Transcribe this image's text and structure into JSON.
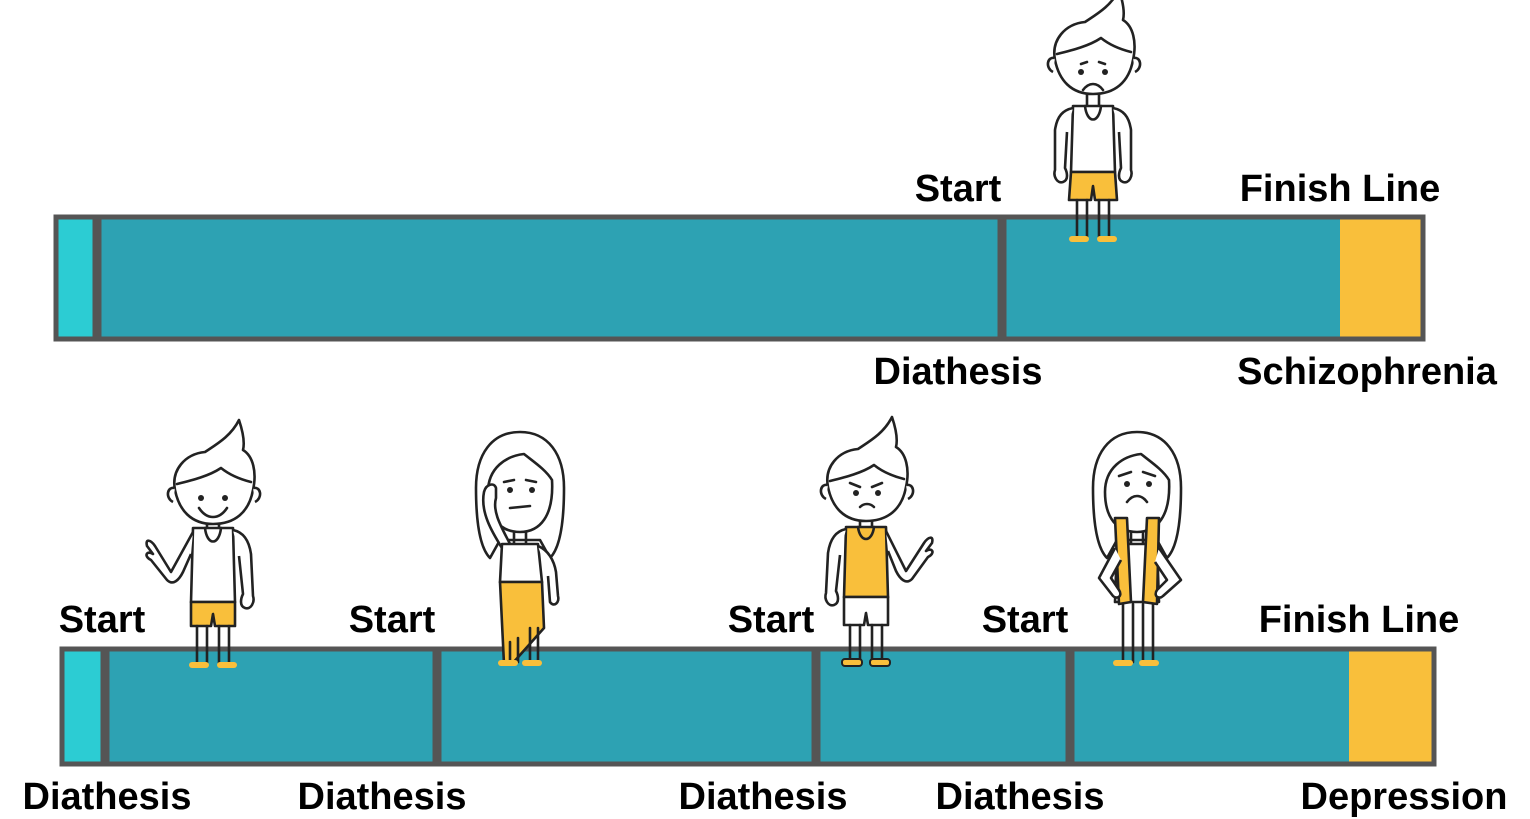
{
  "colors": {
    "track": "#2DA2B3",
    "start_block": "#2CCCD3",
    "finish_block": "#F9BF3B",
    "border": "#555555",
    "clothing_accent": "#F9BF3B"
  },
  "tracks": [
    {
      "id": "schizophrenia",
      "start_labels": [
        "Start"
      ],
      "finish_label": "Finish Line",
      "diathesis_labels": [
        "Diathesis"
      ],
      "outcome_label": "Schizophrenia",
      "figures": [
        {
          "name": "sad-man-figure",
          "expression": "sad"
        }
      ]
    },
    {
      "id": "depression",
      "start_labels": [
        "Start",
        "Start",
        "Start",
        "Start"
      ],
      "finish_label": "Finish Line",
      "diathesis_labels": [
        "Diathesis",
        "Diathesis",
        "Diathesis",
        "Diathesis"
      ],
      "outcome_label": "Depression",
      "figures": [
        {
          "name": "happy-man-figure",
          "expression": "happy"
        },
        {
          "name": "worried-woman-figure",
          "expression": "worried"
        },
        {
          "name": "frowning-man-figure",
          "expression": "frowning"
        },
        {
          "name": "sad-woman-figure",
          "expression": "sad"
        }
      ]
    }
  ]
}
